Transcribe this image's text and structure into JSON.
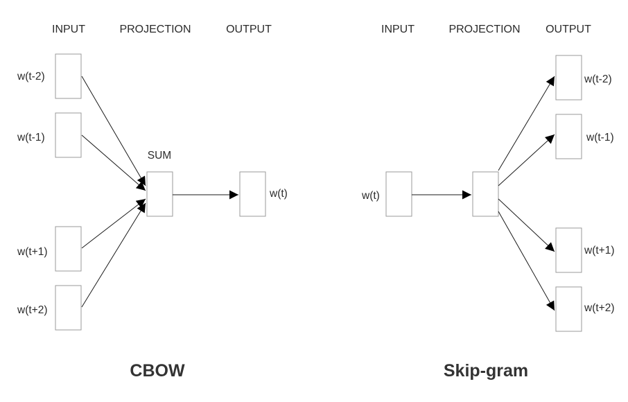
{
  "cbow": {
    "title": "CBOW",
    "headers": {
      "input": "INPUT",
      "projection": "PROJECTION",
      "output": "OUTPUT"
    },
    "inputs": [
      "w(t-2)",
      "w(t-1)",
      "w(t+1)",
      "w(t+2)"
    ],
    "projection_label": "SUM",
    "output": "w(t)"
  },
  "skipgram": {
    "title": "Skip-gram",
    "headers": {
      "input": "INPUT",
      "projection": "PROJECTION",
      "output": "OUTPUT"
    },
    "input": "w(t)",
    "outputs": [
      "w(t-2)",
      "w(t-1)",
      "w(t+1)",
      "w(t+2)"
    ]
  }
}
